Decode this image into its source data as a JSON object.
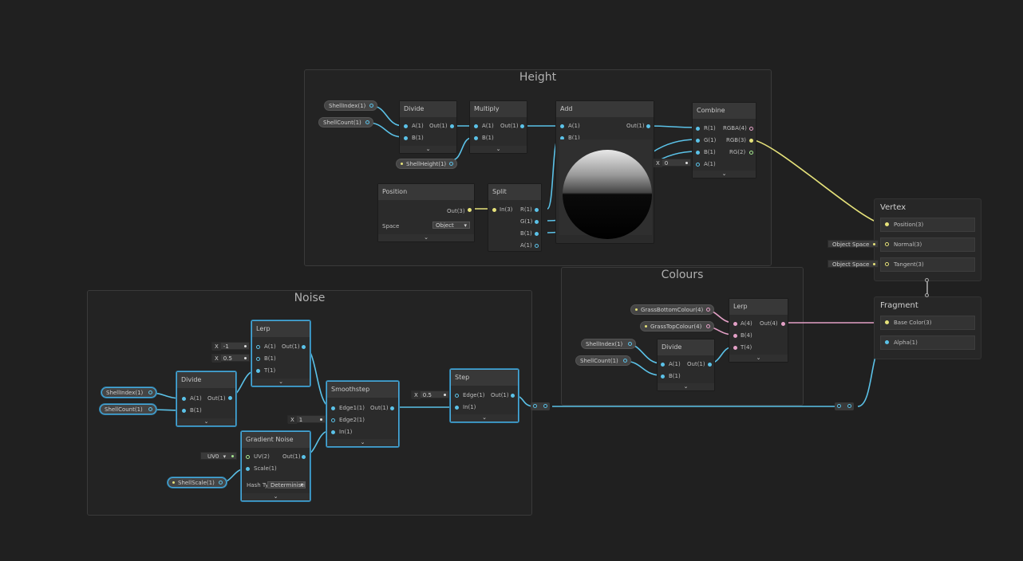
{
  "groups": {
    "height": "Height",
    "colours": "Colours",
    "noise": "Noise"
  },
  "properties": {
    "shell_index": "ShellIndex(1)",
    "shell_count": "ShellCount(1)",
    "shell_height": "ShellHeight(1)",
    "shell_scale": "ShellScale(1)",
    "grass_bottom": "GrassBottomColour(4)",
    "grass_top": "GrassTopColour(4)"
  },
  "nodes": {
    "divide": {
      "title": "Divide",
      "in_a": "A(1)",
      "in_b": "B(1)",
      "out": "Out(1)"
    },
    "multiply": {
      "title": "Multiply",
      "in_a": "A(1)",
      "in_b": "B(1)",
      "out": "Out(1)"
    },
    "add": {
      "title": "Add",
      "in_a": "A(1)",
      "in_b": "B(1)",
      "out": "Out(1)"
    },
    "combine": {
      "title": "Combine",
      "r": "R(1)",
      "g": "G(1)",
      "b": "B(1)",
      "a": "A(1)",
      "rgba": "RGBA(4)",
      "rgb": "RGB(3)",
      "rg": "RG(2)",
      "a_default_x": "X",
      "a_default_value": "0"
    },
    "position": {
      "title": "Position",
      "out": "Out(3)",
      "space_label": "Space",
      "space_value": "Object"
    },
    "split": {
      "title": "Split",
      "in": "In(3)",
      "r": "R(1)",
      "g": "G(1)",
      "b": "B(1)",
      "a": "A(1)"
    },
    "lerp_colour": {
      "title": "Lerp",
      "a": "A(4)",
      "b": "B(4)",
      "t": "T(4)",
      "out": "Out(4)"
    },
    "lerp_noise": {
      "title": "Lerp",
      "a": "A(1)",
      "b": "B(1)",
      "t": "T(1)",
      "out": "Out(1)",
      "a_x": "X",
      "a_value": "-1",
      "b_x": "X",
      "b_value": "0.5"
    },
    "smoothstep": {
      "title": "Smoothstep",
      "edge1": "Edge1(1)",
      "edge2": "Edge2(1)",
      "in": "In(1)",
      "out": "Out(1)",
      "edge2_x": "X",
      "edge2_value": "1"
    },
    "step": {
      "title": "Step",
      "edge": "Edge(1)",
      "in": "In(1)",
      "out": "Out(1)",
      "edge_x": "X",
      "edge_value": "0.5"
    },
    "gradient_noise": {
      "title": "Gradient Noise",
      "uv": "UV(2)",
      "scale": "Scale(1)",
      "out": "Out(1)",
      "uv_value": "UV0",
      "hash_label": "Hash Ty",
      "hash_value": "Deterministi"
    }
  },
  "master": {
    "vertex": {
      "title": "Vertex",
      "position": "Position(3)",
      "normal": "Normal(3)",
      "tangent": "Tangent(3)",
      "normal_space": "Object Space",
      "tangent_space": "Object Space"
    },
    "fragment": {
      "title": "Fragment",
      "base_color": "Base Color(3)",
      "alpha": "Alpha(1)"
    }
  },
  "ui": {
    "collapse_glyph": "⌄",
    "dropdown_glyph": "▾"
  },
  "colors": {
    "float": "#5bc2e8",
    "vector3": "#e6e27a",
    "vector4": "#e3a0c6",
    "vector2": "#a6e88f",
    "background": "#202020",
    "selection": "#4aa9d9"
  }
}
